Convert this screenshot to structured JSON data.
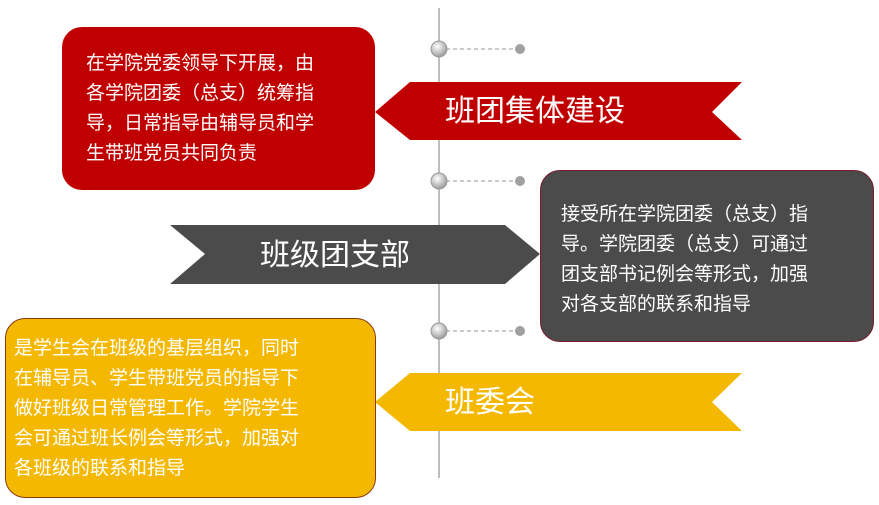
{
  "colors": {
    "red": "#c00000",
    "dark": "#4b4b4b",
    "yellow": "#f5b800",
    "timeline": "#9a9a9a"
  },
  "sections": [
    {
      "title": "班团集体建设",
      "description_lines": [
        "在学院党委领导下开展，由",
        "各学院团委（总支）统筹指",
        "导，日常指导由辅导员和学",
        "生带班党员共同负责"
      ]
    },
    {
      "title": "班级团支部",
      "description_lines": [
        "接受所在学院团委（总支）指",
        "导。学院团委（总支）可通过",
        "团支部书记例会等形式，加强",
        "对各支部的联系和指导"
      ]
    },
    {
      "title": "班委会",
      "description_lines": [
        "是学生会在班级的基层组织，同时",
        "在辅导员、学生带班党员的指导下",
        "做好班级日常管理工作。学院学生",
        "会可通过班长例会等形式，加强对",
        "各班级的联系和指导"
      ]
    }
  ]
}
